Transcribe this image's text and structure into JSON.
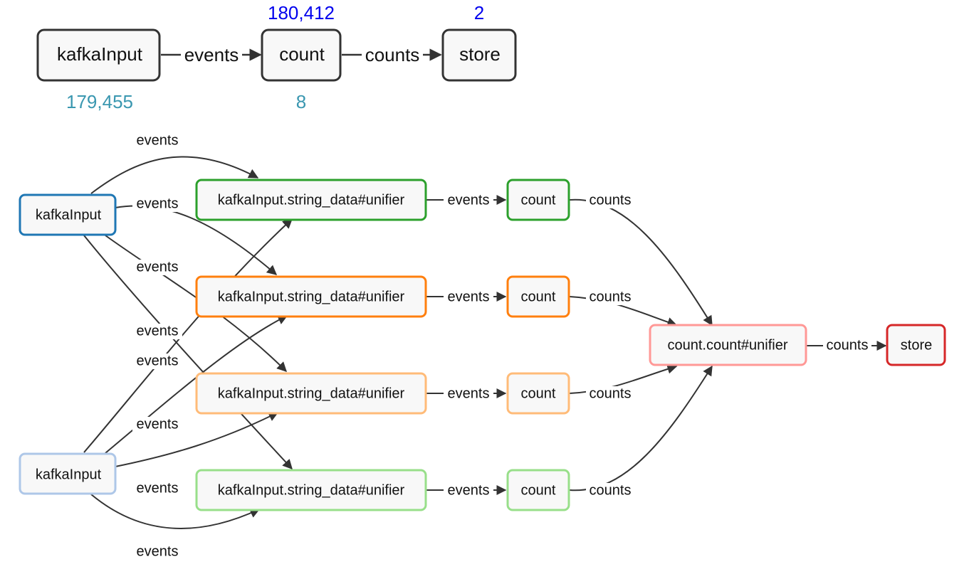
{
  "logical": {
    "nodes": [
      {
        "id": "kafka",
        "label": "kafkaInput",
        "count_bottom": "179,455"
      },
      {
        "id": "count",
        "label": "count",
        "count_top": "180,412",
        "count_bottom": "8"
      },
      {
        "id": "store",
        "label": "store",
        "count_top": "2"
      }
    ],
    "edges": [
      {
        "from": "kafka",
        "to": "count",
        "label": "events"
      },
      {
        "from": "count",
        "to": "store",
        "label": "counts"
      }
    ]
  },
  "physical": {
    "nodes": [
      {
        "id": "k1",
        "label": "kafkaInput",
        "color": "#1f77b4"
      },
      {
        "id": "k2",
        "label": "kafkaInput",
        "color": "#aec7e8"
      },
      {
        "id": "u1",
        "label": "kafkaInput.string_data#unifier",
        "color": "#2ca02c"
      },
      {
        "id": "u2",
        "label": "kafkaInput.string_data#unifier",
        "color": "#ff7f0e"
      },
      {
        "id": "u3",
        "label": "kafkaInput.string_data#unifier",
        "color": "#ffbb78"
      },
      {
        "id": "u4",
        "label": "kafkaInput.string_data#unifier",
        "color": "#98df8a"
      },
      {
        "id": "c1",
        "label": "count",
        "color": "#2ca02c"
      },
      {
        "id": "c2",
        "label": "count",
        "color": "#ff7f0e"
      },
      {
        "id": "c3",
        "label": "count",
        "color": "#ffbb78"
      },
      {
        "id": "c4",
        "label": "count",
        "color": "#98df8a"
      },
      {
        "id": "cu",
        "label": "count.count#unifier",
        "color": "#ff9896"
      },
      {
        "id": "st",
        "label": "store",
        "color": "#d62728"
      }
    ],
    "fanout_edges": [
      {
        "from": "k1",
        "to": "u1",
        "label": "events"
      },
      {
        "from": "k1",
        "to": "u2",
        "label": "events"
      },
      {
        "from": "k1",
        "to": "u3",
        "label": "events"
      },
      {
        "from": "k1",
        "to": "u4",
        "label": "events"
      },
      {
        "from": "k2",
        "to": "u1",
        "label": "events"
      },
      {
        "from": "k2",
        "to": "u2",
        "label": "events"
      },
      {
        "from": "k2",
        "to": "u3",
        "label": "events"
      },
      {
        "from": "k2",
        "to": "u4",
        "label": "events"
      }
    ],
    "row_edges": [
      {
        "from": "u1",
        "to": "c1",
        "label": "events"
      },
      {
        "from": "u2",
        "to": "c2",
        "label": "events"
      },
      {
        "from": "u3",
        "to": "c3",
        "label": "events"
      },
      {
        "from": "u4",
        "to": "c4",
        "label": "events"
      }
    ],
    "merge_edges": [
      {
        "from": "c1",
        "to": "cu",
        "label": "counts"
      },
      {
        "from": "c2",
        "to": "cu",
        "label": "counts"
      },
      {
        "from": "c3",
        "to": "cu",
        "label": "counts"
      },
      {
        "from": "c4",
        "to": "cu",
        "label": "counts"
      }
    ],
    "final_edge": {
      "from": "cu",
      "to": "st",
      "label": "counts"
    }
  }
}
